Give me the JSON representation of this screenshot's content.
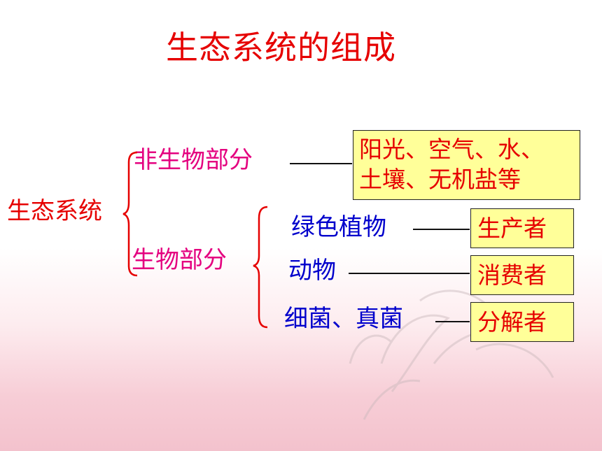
{
  "title": "生态系统的组成",
  "tree": {
    "root": "生态系统",
    "abiotic": {
      "label": "非生物部分",
      "items_line1": "阳光、空气、水、",
      "items_line2": "土壤、无机盐等"
    },
    "biotic": {
      "label": "生物部分",
      "items": [
        {
          "label": "绿色植物",
          "role": "生产者"
        },
        {
          "label": "动物",
          "role": "消费者"
        },
        {
          "label": "细菌、真菌",
          "role": "分解者"
        }
      ]
    }
  },
  "colors": {
    "title": "#e60000",
    "branch": "#e4007f",
    "leaf": "#0000cc",
    "box_fill": "#ffff99",
    "brace": "#e60000"
  }
}
